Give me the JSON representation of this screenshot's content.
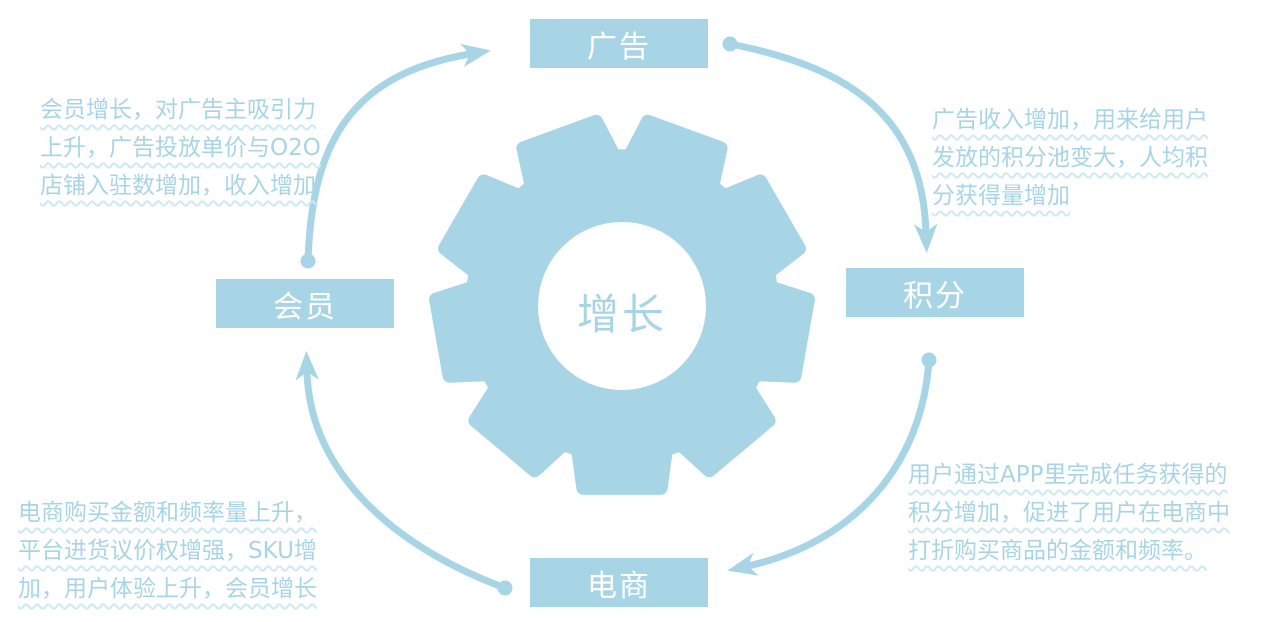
{
  "colors": {
    "primary": "#a8d5e5",
    "underline": "#cde9f2",
    "node_text": "#ffffff",
    "background": "#ffffff"
  },
  "center": {
    "label": "增长"
  },
  "nodes": {
    "ads": {
      "label": "广告"
    },
    "points": {
      "label": "积分"
    },
    "ecommerce": {
      "label": "电商"
    },
    "members": {
      "label": "会员"
    }
  },
  "annotations": {
    "top_left": {
      "lines": [
        "会员增长，对广告主吸引力",
        "上升，广告投放单价与O2O",
        "店铺入驻数增加，收入增加"
      ]
    },
    "top_right": {
      "lines": [
        "广告收入增加，用来给用户",
        "发放的积分池变大，人均积",
        "分获得量增加"
      ]
    },
    "bottom_left": {
      "lines": [
        "电商购买金额和频率量上升，",
        "平台进货议价权增强，SKU增",
        "加，用户体验上升，会员增长"
      ]
    },
    "bottom_right": {
      "lines": [
        "用户通过APP里完成任务获得的",
        "积分增加，促进了用户在电商中",
        "打折购买商品的金额和频率。"
      ]
    }
  }
}
